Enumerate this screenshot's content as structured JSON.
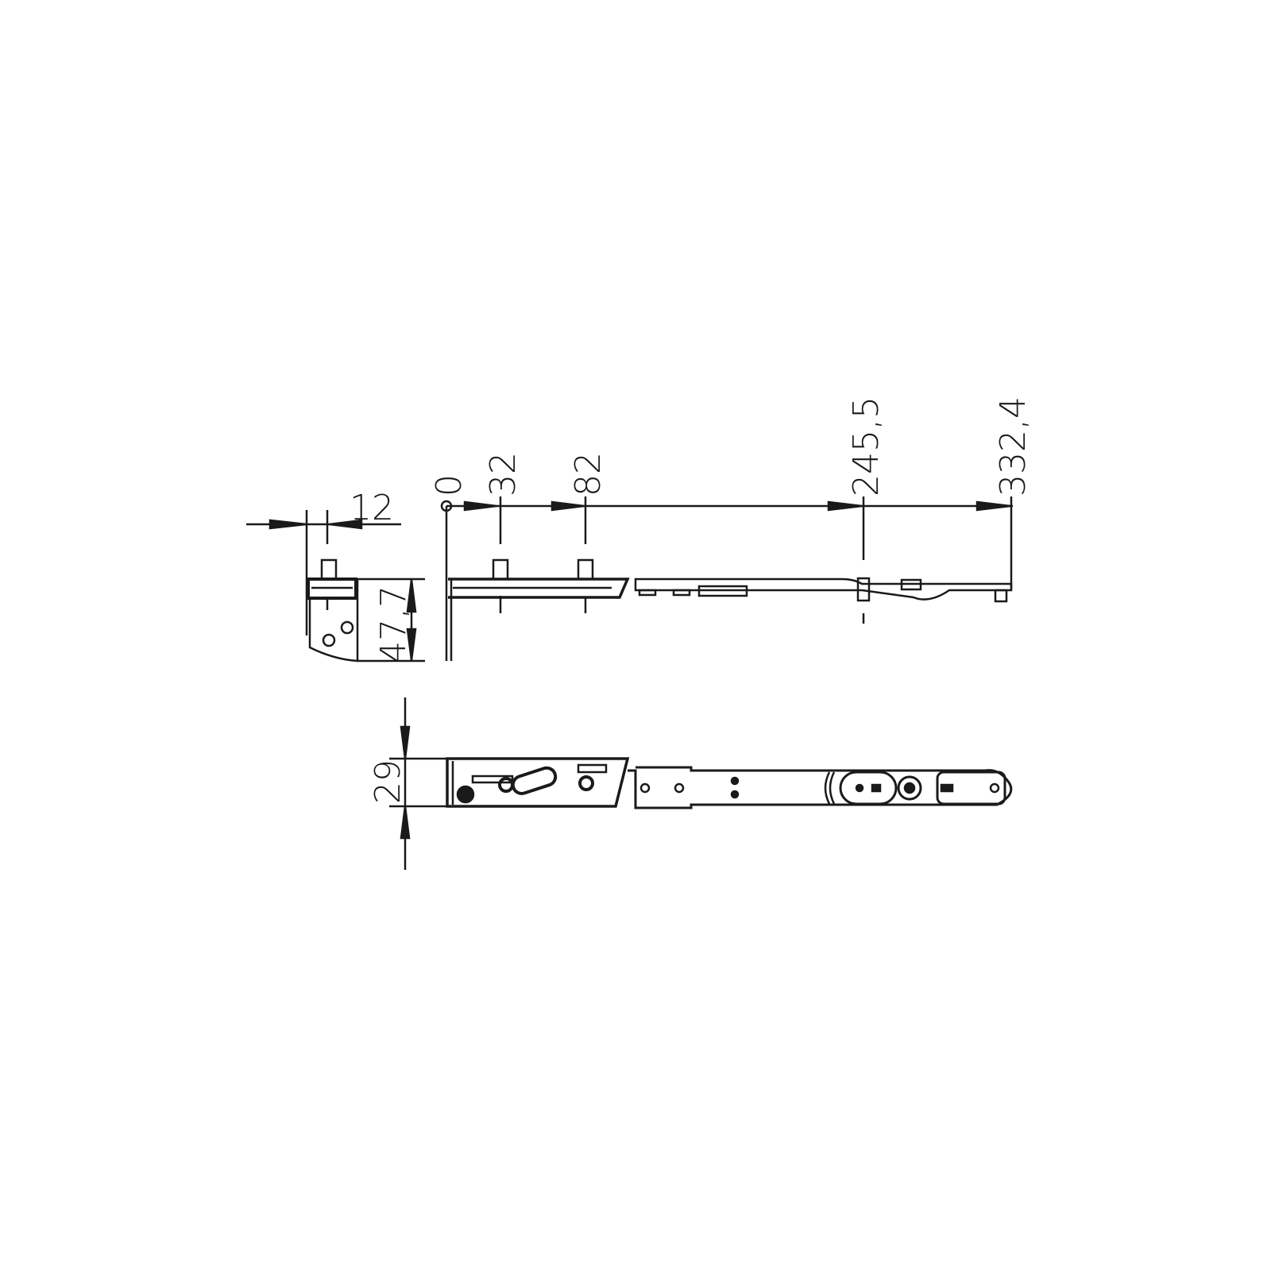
{
  "drawing": {
    "type": "technical-drawing",
    "subject": "window hardware stay/arm with dimensions",
    "colors": {
      "line": "#1a1a1a",
      "background": "#ffffff"
    }
  },
  "dimensions": {
    "side_view": {
      "width_label": "12",
      "height_label": "47,7"
    },
    "front_view": {
      "origin_label": "0",
      "positions": [
        "32",
        "82",
        "245,5",
        "332,4"
      ]
    },
    "plan_view": {
      "height_label": "29"
    }
  }
}
